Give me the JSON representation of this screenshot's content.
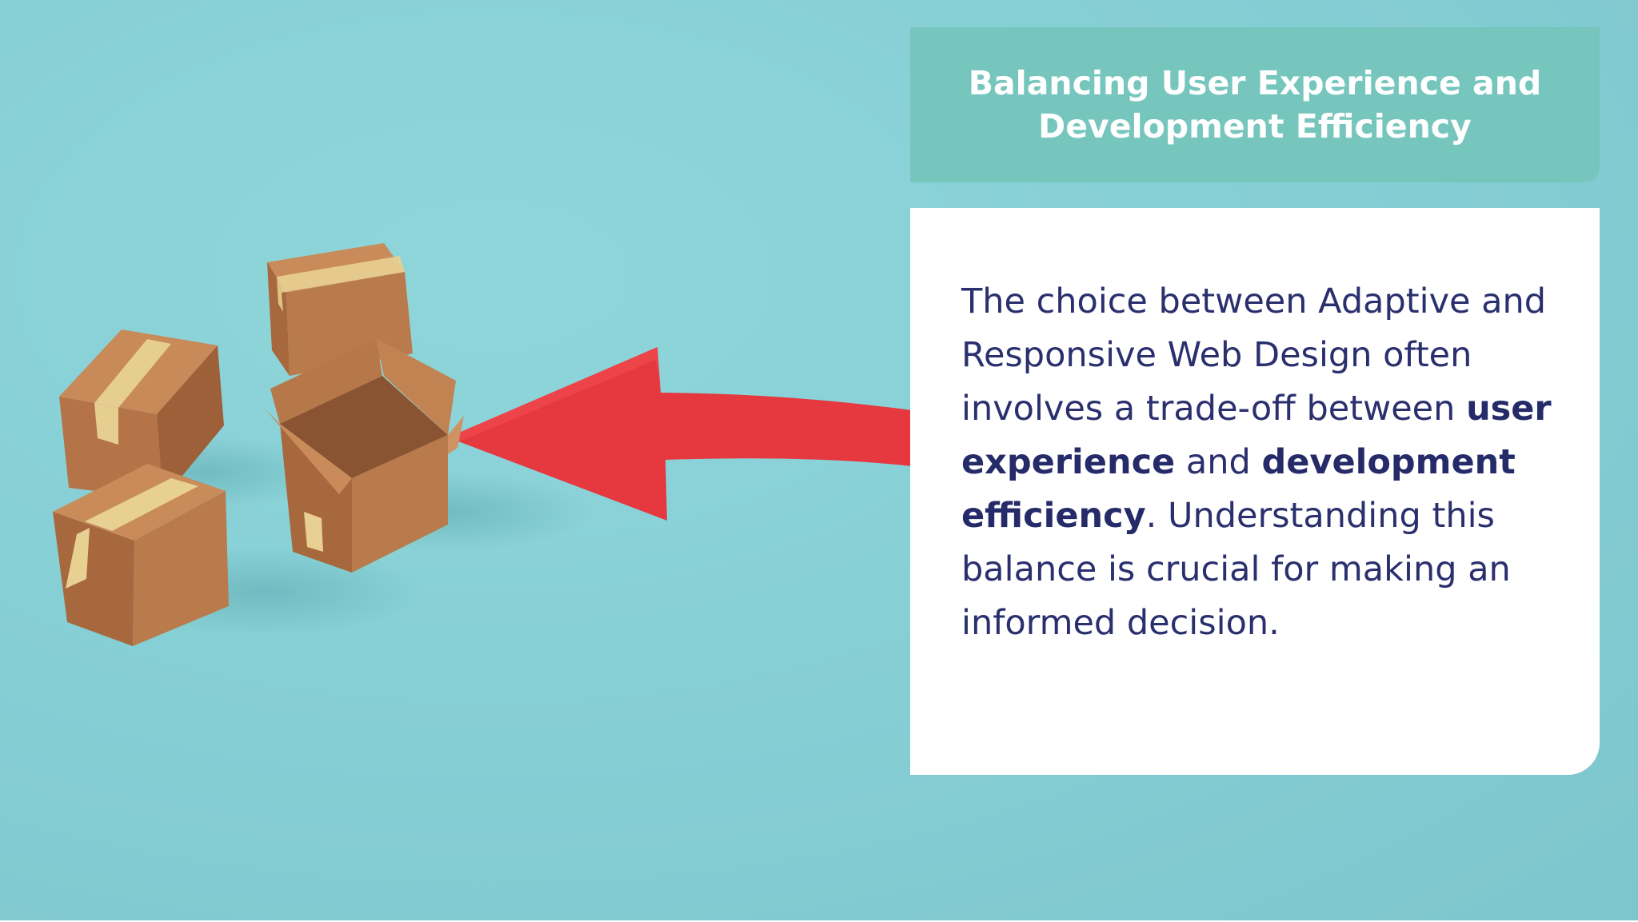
{
  "slide": {
    "title": "Balancing User Experience and Development Efficiency",
    "body": {
      "part1": "The choice between Adaptive and Responsive Web Design often involves a trade-off between ",
      "bold1": "user experience",
      "part2": " and ",
      "bold2": "development efficiency",
      "part3": ". Understanding this balance is crucial for making an informed decision."
    }
  },
  "colors": {
    "background": "#86cfd5",
    "title_banner": "#76c6be",
    "title_text": "#ffffff",
    "card": "#ffffff",
    "body_text": "#2a2f6e",
    "arrow": "#e5383f",
    "box": "#b97a4c"
  },
  "illustration": {
    "subject": "cardboard-boxes-with-red-arrow",
    "boxes": 4,
    "open_boxes": 1
  }
}
